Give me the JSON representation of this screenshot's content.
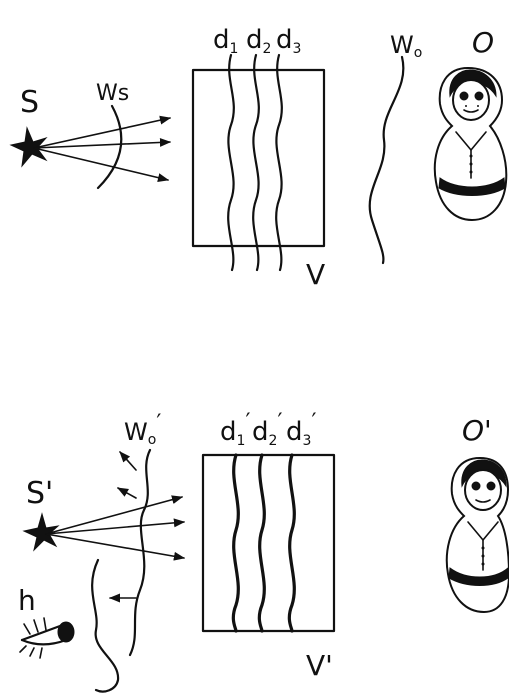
{
  "labels": {
    "top": {
      "source": "S",
      "wave_source": "Ws",
      "wavefront_object": "Wo",
      "object": "O",
      "volume": "V",
      "layer1": "d1",
      "layer2": "d2",
      "layer3": "d3"
    },
    "bottom": {
      "source": "S'",
      "wave_object": "Wo'",
      "object": "O'",
      "volume": "V'",
      "eye": "h",
      "layer1": "d1'",
      "layer2": "d2'",
      "layer3": "d3'"
    }
  },
  "icons": {
    "star": "star-icon",
    "eye": "eye-icon",
    "doll": "matryoshka-doll-icon"
  },
  "colors": {
    "ink": "#111111",
    "background": "#ffffff"
  }
}
